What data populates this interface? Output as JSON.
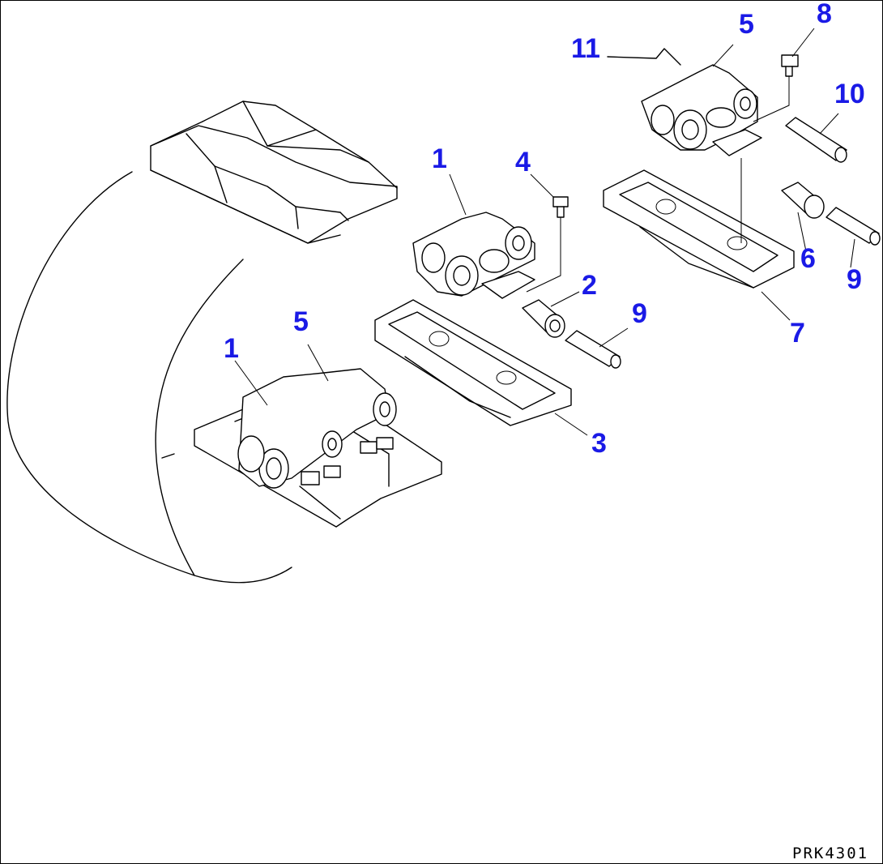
{
  "diagram": {
    "callouts": [
      {
        "id": "c11",
        "label": "11"
      },
      {
        "id": "c5a",
        "label": "5"
      },
      {
        "id": "c8",
        "label": "8"
      },
      {
        "id": "c10",
        "label": "10"
      },
      {
        "id": "c1a",
        "label": "1"
      },
      {
        "id": "c4",
        "label": "4"
      },
      {
        "id": "c6",
        "label": "6"
      },
      {
        "id": "c9a",
        "label": "9"
      },
      {
        "id": "c2",
        "label": "2"
      },
      {
        "id": "c9b",
        "label": "9"
      },
      {
        "id": "c7",
        "label": "7"
      },
      {
        "id": "c5b",
        "label": "5"
      },
      {
        "id": "c1b",
        "label": "1"
      },
      {
        "id": "c3",
        "label": "3"
      }
    ],
    "drawing_code": "PRK4301",
    "colors": {
      "callout": "#1a1ae6",
      "line": "#000000",
      "background": "#ffffff"
    }
  }
}
